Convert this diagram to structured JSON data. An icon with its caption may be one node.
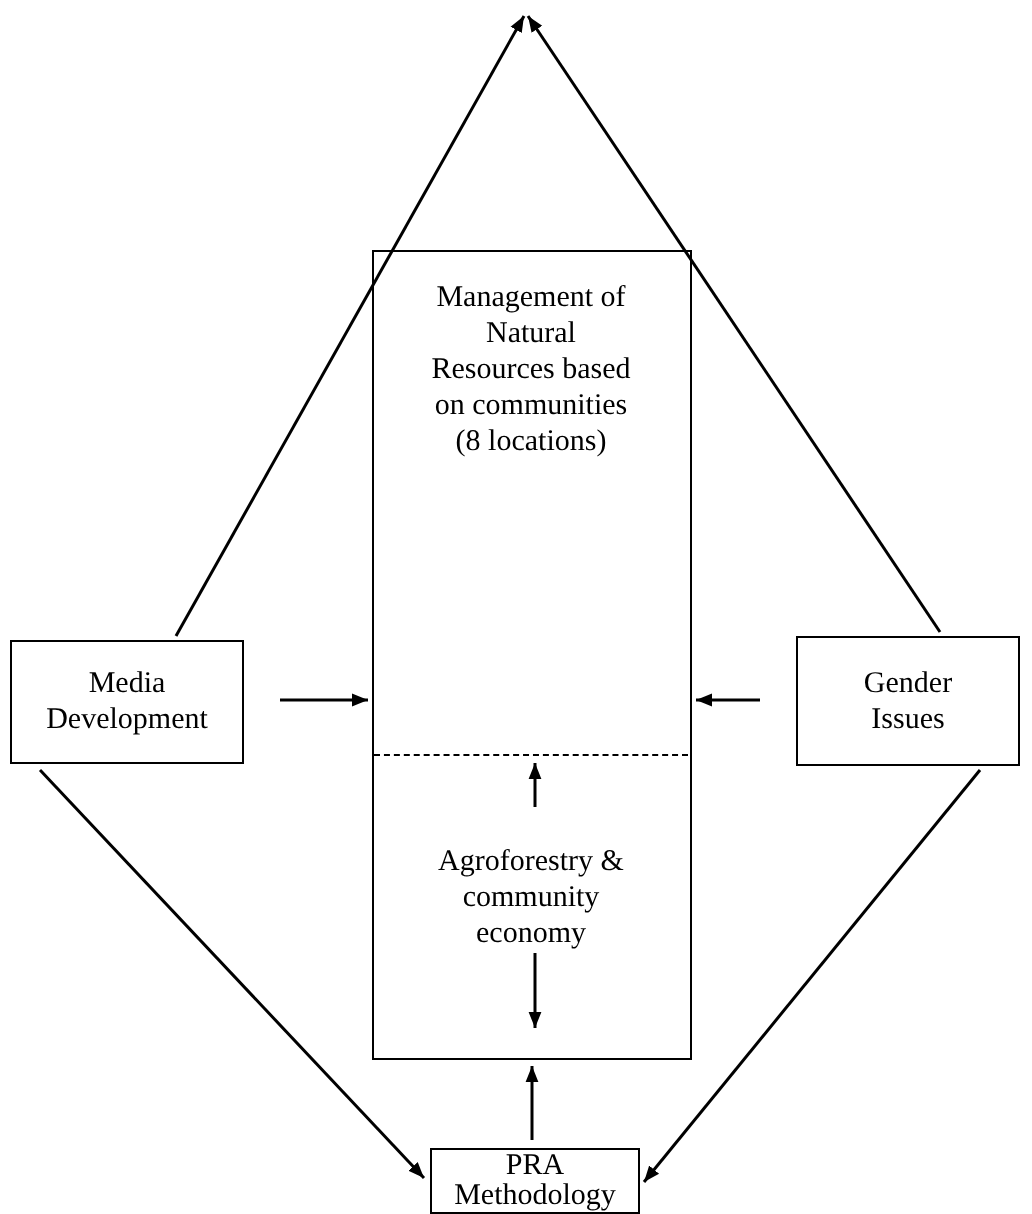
{
  "diagram": {
    "nodes": [
      {
        "text": [
          "Media Development"
        ]
      },
      {
        "text": [],
        "shape": "box"
      },
      {
        "text": [
          "Management of Natural Resources based on communities (8 locations)"
        ],
        "in": 1
      },
      {
        "text": [
          "Agroforestry & community economy"
        ],
        "in": 1
      },
      {
        "text": [
          "Gender Issues"
        ]
      },
      {
        "text": [
          "PRA Methodology"
        ]
      }
    ],
    "edges": [
      {
        "from": 0,
        "to": null,
        "arrow": "to"
      },
      {
        "from": 4,
        "to": null,
        "arrow": "to"
      },
      {
        "from": 0,
        "to": 1,
        "arrow": "to"
      },
      {
        "from": 4,
        "to": 1,
        "arrow": "to"
      },
      {
        "from": 3,
        "to": 2,
        "arrow": "to"
      },
      {
        "from": 3,
        "to": null,
        "arrow": "to"
      },
      {
        "from": 5,
        "to": 1,
        "arrow": "to"
      },
      {
        "from": 0,
        "to": 5,
        "arrow": "to"
      },
      {
        "from": 4,
        "to": 5,
        "arrow": "to"
      }
    ]
  }
}
